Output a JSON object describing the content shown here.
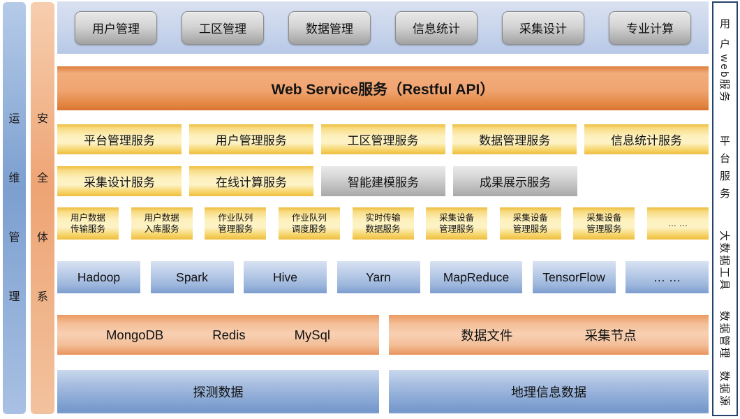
{
  "colors": {
    "banner_blue": "#C9D5EB",
    "banner_orange": "#EE9D66",
    "box_yellow": "#FCEEB4",
    "box_yellow_edge": "#EEBE3E",
    "box_gray": "#BFBFBF",
    "box_tool_blue": "#A9C0E2",
    "box_storage_orange": "#F5C8A6",
    "box_source_blue": "#8FACD6",
    "bar_ops_blue": "#7C9FD0",
    "bar_security_orange": "#EFAC7D",
    "strip_border": "#24426B",
    "text": "#111111"
  },
  "left_bars": {
    "ops": "运维管理",
    "security": "安全体系"
  },
  "top_banner": {
    "buttons": [
      "用户管理",
      "工区管理",
      "数据管理",
      "信息统计",
      "采集设计",
      "专业计算"
    ]
  },
  "api_banner": {
    "label": "Web Service服务（Restful API）"
  },
  "services": {
    "row1": [
      "平台管理服务",
      "用户管理服务",
      "工区管理服务",
      "数据管理服务",
      "信息统计服务"
    ],
    "row2": [
      "采集设计服务",
      "在线计算服务",
      "智能建模服务",
      "成果展示服务"
    ],
    "row3": [
      {
        "line1": "用户数据",
        "line2": "传输服务"
      },
      {
        "line1": "用户数据",
        "line2": "入库服务"
      },
      {
        "line1": "作业队列",
        "line2": "管理服务"
      },
      {
        "line1": "作业队列",
        "line2": "调度服务"
      },
      {
        "line1": "实时传输",
        "line2": "数据服务"
      },
      {
        "line1": "采集设备",
        "line2": "管理服务"
      },
      {
        "line1": "采集设备",
        "line2": "管理服务"
      },
      {
        "line1": "采集设备",
        "line2": "管理服务"
      },
      {
        "line1": "… …",
        "line2": ""
      }
    ]
  },
  "bigdata_tools": [
    "Hadoop",
    "Spark",
    "Hive",
    "Yarn",
    "MapReduce",
    "TensorFlow",
    "… …"
  ],
  "data_management": {
    "databases": [
      "MongoDB",
      "Redis",
      "MySql"
    ],
    "nodes": [
      "数据文件",
      "采集节点"
    ]
  },
  "data_sources": [
    "探测数据",
    "地理信息数据"
  ],
  "right_strip": [
    "用户",
    "web服务",
    "平台服务",
    "大数据工具",
    "数据管理",
    "数据源"
  ]
}
